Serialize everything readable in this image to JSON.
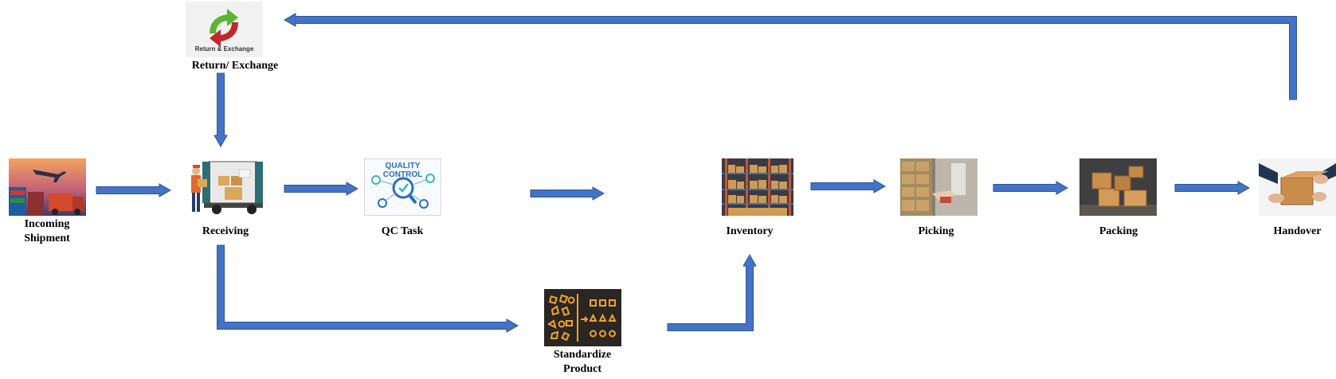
{
  "diagram": {
    "colors": {
      "arrow_fill": "#4472c4",
      "arrow_stroke": "#2f5597",
      "background": "#ffffff"
    },
    "nodes": {
      "return_exchange": {
        "label": "Return/ Exchange",
        "image_text": "Return & Exchange",
        "image_icon": "return-exchange-arrows-icon"
      },
      "incoming_shipment": {
        "label_line1": "Incoming",
        "label_line2": "Shipment",
        "image_icon": "port-plane-truck-photo"
      },
      "receiving": {
        "label": "Receiving",
        "image_icon": "delivery-truck-worker-photo"
      },
      "qc_task": {
        "label": "QC Task",
        "image_text": "QUALITY CONTROL",
        "image_icon": "quality-control-magnifier-icon"
      },
      "standardize_product": {
        "label_line1": "Standardize",
        "label_line2": "Product",
        "image_icon": "shapes-chalkboard-photo"
      },
      "inventory": {
        "label": "Inventory",
        "image_icon": "warehouse-shelves-photo"
      },
      "picking": {
        "label": "Picking",
        "image_icon": "warehouse-picking-photo"
      },
      "packing": {
        "label": "Packing",
        "image_icon": "cardboard-boxes-photo"
      },
      "handover": {
        "label": "Handover",
        "image_icon": "box-handover-hands-photo"
      }
    },
    "edges": [
      {
        "from": "incoming_shipment",
        "to": "receiving"
      },
      {
        "from": "receiving",
        "to": "qc_task"
      },
      {
        "from": "qc_task",
        "to": "inventory"
      },
      {
        "from": "inventory",
        "to": "picking"
      },
      {
        "from": "picking",
        "to": "packing"
      },
      {
        "from": "packing",
        "to": "handover"
      },
      {
        "from": "return_exchange",
        "to": "receiving"
      },
      {
        "from": "receiving",
        "to": "standardize_product"
      },
      {
        "from": "standardize_product",
        "to": "inventory"
      },
      {
        "from": "handover",
        "to": "return_exchange"
      }
    ]
  }
}
